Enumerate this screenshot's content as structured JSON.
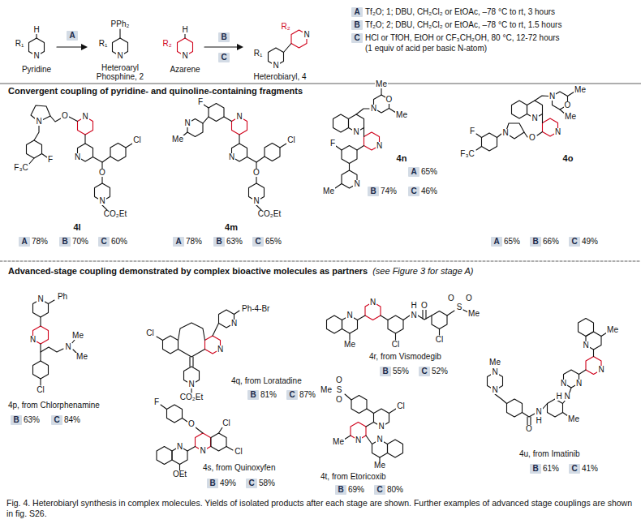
{
  "diagram": {
    "caption": "Fig. 4. Heterobiaryl synthesis in complex molecules. Yields of isolated products after each stage are shown. Further examples of advanced stage couplings are shown in fig. S26.",
    "nodes": [
      {
        "text": [
          "A"
        ]
      },
      {
        "text": [
          "B"
        ]
      },
      {
        "text": [
          "C"
        ]
      },
      {
        "text": [
          "A"
        ]
      },
      {
        "text": [
          "B"
        ]
      },
      {
        "text": [
          "C"
        ]
      },
      {
        "text": [
          "A"
        ]
      },
      {
        "text": [
          "B"
        ]
      },
      {
        "text": [
          "C"
        ]
      },
      {
        "text": [
          "A"
        ]
      },
      {
        "text": [
          "B"
        ]
      },
      {
        "text": [
          "C"
        ]
      },
      {
        "text": [
          "A"
        ]
      },
      {
        "text": [
          "B"
        ]
      },
      {
        "text": [
          "C"
        ]
      },
      {
        "text": [
          "A"
        ]
      },
      {
        "text": [
          "B"
        ]
      },
      {
        "text": [
          "C"
        ]
      },
      {
        "text": [
          "B"
        ]
      },
      {
        "text": [
          "C"
        ]
      },
      {
        "text": [
          "B"
        ]
      },
      {
        "text": [
          "C"
        ]
      },
      {
        "text": [
          "B"
        ]
      },
      {
        "text": [
          "C"
        ]
      },
      {
        "text": [
          "B"
        ]
      },
      {
        "text": [
          "C"
        ]
      },
      {
        "text": [
          "B"
        ]
      },
      {
        "text": [
          "C"
        ]
      },
      {
        "text": [
          "B"
        ]
      },
      {
        "text": [
          "C"
        ]
      }
    ],
    "labels": [
      "H",
      "R₁",
      "N",
      "Pyridine",
      "PPh₂",
      "R₁",
      "N",
      "Heteroaryl",
      "Phosphine, 2",
      "R₂",
      "H",
      "N",
      "Azarene",
      "R₁",
      "N",
      "R₂",
      "N",
      "Heterobiaryl, 4",
      "Tf₂O; 1; DBU, CH₂Cl₂ or EtOAc, –78 °C to rt, 3 hours",
      "Tf₂O; 2; DBU, CH₂Cl₂ or EtOAc, –78 °C to rt, 1.5 hours",
      "HCl or TfOH, EtOH or CF₃CH₂OH, 80 °C, 12-72 hours",
      "(1 equiv of acid per basic N-atom)",
      "Convergent coupling of pyridine- and quinoline-containing fragments",
      "N",
      "N",
      "O",
      "N",
      "F",
      "F₃C",
      "Cl",
      "O",
      "N",
      "CO₂Et",
      "4l",
      "78%",
      "70%",
      "60%",
      "N",
      "F",
      "N",
      "Me",
      "N",
      "Cl",
      "O",
      "N",
      "CO₂Et",
      "4m",
      "78%",
      "63%",
      "65%",
      "N",
      "N",
      "Me",
      "O",
      "Me",
      "N",
      "F",
      "N",
      "Me",
      "4n",
      "65%",
      "74%",
      "46%",
      "N",
      "N",
      "Me",
      "O",
      "Me",
      "N",
      "O",
      "N",
      "F",
      "F₃C",
      "4o",
      "65%",
      "66%",
      "49%",
      "Advanced-stage coupling demonstrated by complex bioactive molecules as partners",
      "(see Figure 3 for stage A)",
      "N",
      "Ph",
      "N",
      "N",
      "Me",
      "Me",
      "Cl",
      "4p, from Chlorphenamine",
      "63%",
      "84%",
      "Cl",
      "N",
      "N",
      "Ph-4-Br",
      "N",
      "CO₂Et",
      "4q, from Loratadine",
      "81%",
      "87%",
      "N",
      "Me",
      "N",
      "Cl",
      "H",
      "N",
      "O",
      "Cl",
      "S",
      "O",
      "O",
      "Me",
      "4r, from Vismodegib",
      "55%",
      "52%",
      "F",
      "O",
      "Cl",
      "N",
      "Cl",
      "N",
      "OEt",
      "4s, from Quinoxyfen",
      "49%",
      "58%",
      "Me",
      "S",
      "O",
      "O",
      "Cl",
      "N",
      "Me",
      "N",
      "N",
      "Me",
      "4t, from Etoricoxib",
      "69%",
      "80%",
      "Me",
      "N",
      "N",
      "O",
      "N",
      "H",
      "Me",
      "H",
      "N",
      "N",
      "N",
      "N",
      "N",
      "Me",
      "4u, from Imatinib",
      "61%",
      "41%"
    ]
  }
}
